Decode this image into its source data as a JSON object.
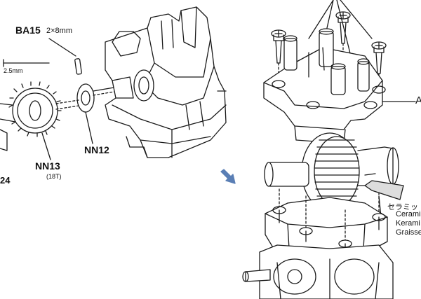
{
  "labels": {
    "ba15": "BA15",
    "ba15_size": "2×8mm",
    "dim_small": "2.5mm",
    "nn12": "NN12",
    "nn13": "NN13",
    "nn13_teeth": "(18T)",
    "edge_number": "24",
    "part_letter": "A",
    "note_jp": "セラミッ",
    "note_de": "Cerami",
    "note_fr_1": "Kerami",
    "note_fr_2": "Graisse"
  },
  "colors": {
    "line": "#1a1a1a",
    "arrow_fill": "#dddddd",
    "step_arrow": "#5a7fb5"
  },
  "icons": {
    "step_arrow": "step-arrow-icon"
  }
}
